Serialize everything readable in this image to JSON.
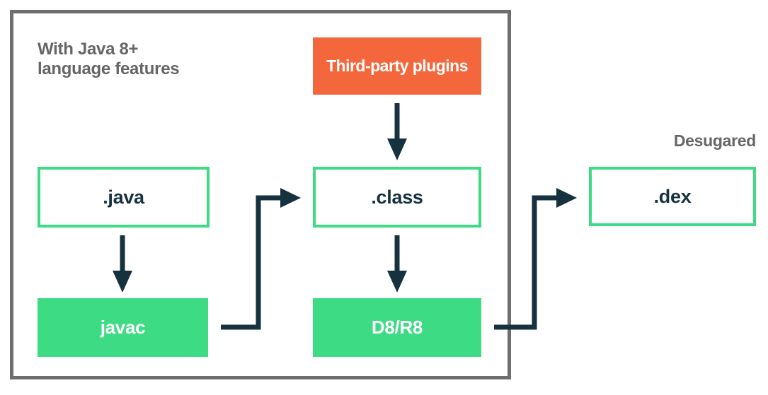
{
  "diagram": {
    "annotations": {
      "java8_line1": "With Java 8+",
      "java8_line2": "language features",
      "desugared": "Desugared"
    },
    "nodes": [
      {
        "id": "third-party-plugins",
        "label": "Third-party plugins",
        "type": "plugin"
      },
      {
        "id": "java-file",
        "label": ".java",
        "type": "file"
      },
      {
        "id": "class-file",
        "label": ".class",
        "type": "file"
      },
      {
        "id": "dex-file",
        "label": ".dex",
        "type": "file"
      },
      {
        "id": "javac-tool",
        "label": "javac",
        "type": "tool"
      },
      {
        "id": "d8r8-tool",
        "label": "D8/R8",
        "type": "tool"
      }
    ],
    "edges": [
      {
        "from": ".java",
        "to": "javac",
        "shape": "straight-down"
      },
      {
        "from": "javac",
        "to": ".class",
        "shape": "elbow-right-up-right"
      },
      {
        "from": "Third-party plugins",
        "to": ".class",
        "shape": "straight-down"
      },
      {
        "from": ".class",
        "to": "D8/R8",
        "shape": "straight-down"
      },
      {
        "from": "D8/R8",
        "to": ".dex",
        "shape": "elbow-right-up-right"
      }
    ],
    "colors": {
      "green": "#3DDC84",
      "orange": "#F4673D",
      "arrow_navy": "#16323F",
      "frame_gray": "#6E6E6E",
      "note_gray": "#666666",
      "background": "#FFFFFF"
    }
  }
}
